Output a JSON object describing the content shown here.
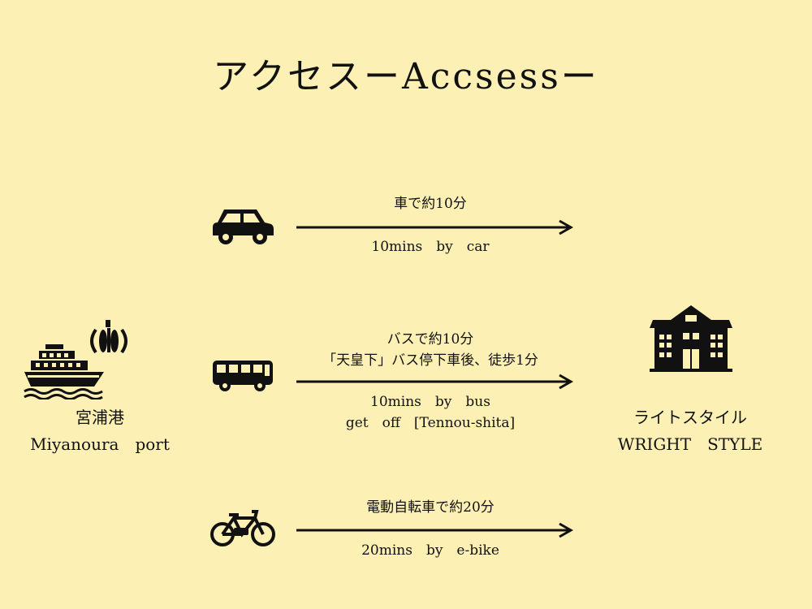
{
  "title": "アクセスーAccsessー",
  "origin": {
    "name_jp": "宮浦港",
    "name_en": "Miyanoura　port",
    "icons": [
      "ship-icon",
      "pumpkin-icon"
    ]
  },
  "destination": {
    "name_jp": "ライトスタイル",
    "name_en": "WRIGHT　STYLE",
    "icon": "house-icon"
  },
  "routes": {
    "car": {
      "icon": "car-icon",
      "jp": "車で約10分",
      "en": "10mins　by　car"
    },
    "bus": {
      "icon": "bus-icon",
      "jp_line1": "バスで約10分",
      "jp_line2": "「天皇下」バス停下車後、徒歩1分",
      "en_line1": "10mins　by　bus",
      "en_line2": "get　off　[Tennou-shita]"
    },
    "bike": {
      "icon": "bicycle-icon",
      "jp": "電動自転車で約20分",
      "en": "20mins　by　e-bike"
    }
  },
  "colors": {
    "background": "#fdf0b4",
    "ink": "#111111"
  }
}
